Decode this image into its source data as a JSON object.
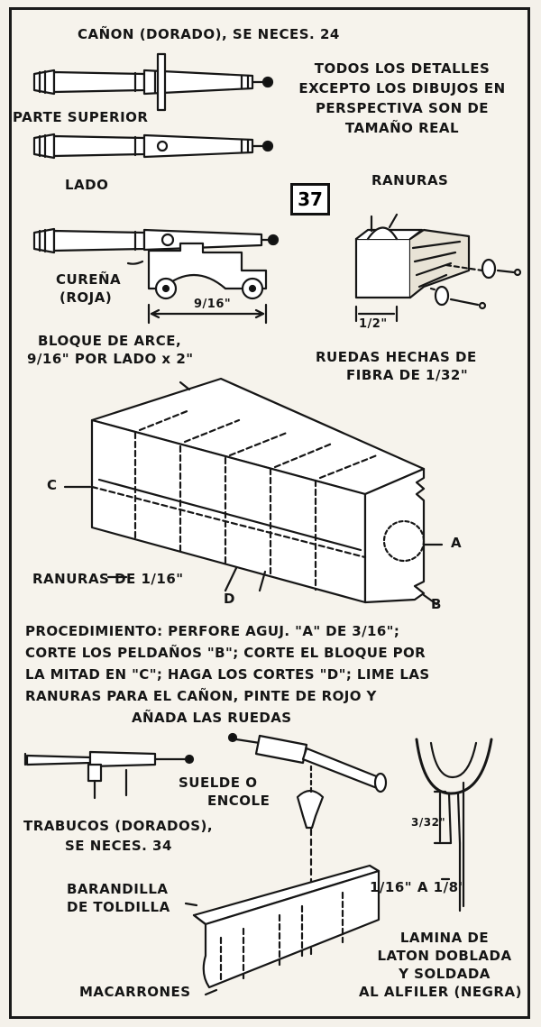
{
  "figure_number": "37",
  "labels": {
    "canon_title": "CAÑON (DORADO), SE NECES. 24",
    "note_line1": "TODOS LOS DETALLES",
    "note_line2": "EXCEPTO LOS DIBUJOS EN",
    "note_line3": "PERSPECTIVA SON DE",
    "note_line4": "TAMAÑO REAL",
    "parte_superior": "PARTE SUPERIOR",
    "lado": "LADO",
    "ranuras": "RANURAS",
    "curena1": "CUREÑA",
    "curena2": "(ROJA)",
    "dim_9_16": "9/16\"",
    "dim_1_2": "1/2\"",
    "bloque1": "BLOQUE DE ARCE,",
    "bloque2": "9/16\" POR LADO x 2\"",
    "ruedas1": "RUEDAS HECHAS DE",
    "ruedas2": "FIBRA DE 1/32\"",
    "c": "C",
    "a": "A",
    "b": "B",
    "d": "D",
    "ranuras_de": "RANURAS DE 1/16\"",
    "trabucos1": "TRABUCOS (DORADOS),",
    "trabucos2": "SE NECES. 34",
    "suelde1": "SUELDE O",
    "suelde2": "ENCOLE",
    "dim_3_32": "3/32\"",
    "barandilla1": "BARANDILLA",
    "barandilla2": "DE TOLDILLA",
    "dim_1_16_a_1_8": "1/16\" A 1/8\"",
    "lamina1": "LAMINA DE",
    "lamina2": "LATON DOBLADA",
    "lamina3": "Y SOLDADA",
    "lamina4": "AL ALFILER (NEGRA)",
    "macarrones": "MACARRONES"
  },
  "procedure": [
    "PROCEDIMIENTO: PERFORE AGUJ. \"A\" DE 3/16\";",
    "CORTE LOS PELDAÑOS \"B\"; CORTE EL BLOQUE POR",
    "LA MITAD EN \"C\"; HAGA LOS CORTES \"D\"; LIME LAS",
    "RANURAS PARA EL CAÑON, PINTE DE ROJO Y",
    "AÑADA LAS RUEDAS"
  ]
}
